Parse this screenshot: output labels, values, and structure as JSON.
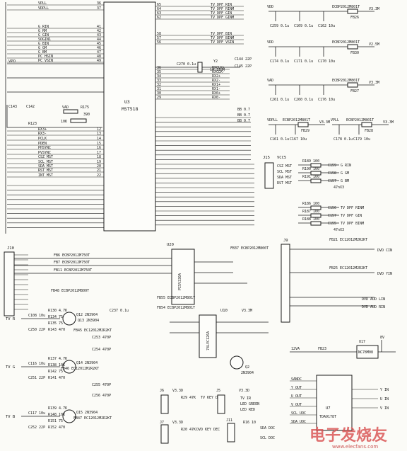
{
  "u3": {
    "ref": "U3",
    "part": "MST518",
    "left_pins": [
      {
        "n": "36",
        "sig": "VPLL"
      },
      {
        "n": "37",
        "sig": "VDPLL"
      },
      {
        "n": "41",
        "sig": "G RIN"
      },
      {
        "n": "42",
        "sig": "G RM"
      },
      {
        "n": "43",
        "sig": "G GIN"
      },
      {
        "n": "44",
        "sig": "SOGIN1"
      },
      {
        "n": "45",
        "sig": "G BIN"
      },
      {
        "n": "46",
        "sig": "G GM"
      },
      {
        "n": "47",
        "sig": "G BM"
      },
      {
        "n": "48",
        "sig": "PC HSIN"
      },
      {
        "n": "49",
        "sig": "PC VSIN"
      },
      {
        "n": "12",
        "sig": "RX3+"
      },
      {
        "n": "13",
        "sig": "RX3-"
      },
      {
        "n": "14",
        "sig": "PCLK"
      },
      {
        "n": "15",
        "sig": "PDEN"
      },
      {
        "n": "16",
        "sig": "PHSYNC"
      },
      {
        "n": "17",
        "sig": "PVSYNC"
      },
      {
        "n": "18",
        "sig": "CSZ MST"
      },
      {
        "n": "19",
        "sig": "SCL MST"
      },
      {
        "n": "20",
        "sig": "SDA MST"
      },
      {
        "n": "21",
        "sig": "RST MST"
      },
      {
        "n": "22",
        "sig": "INT MST"
      }
    ],
    "right_pins": [
      {
        "n": "65",
        "sig": "TV DPF RIN"
      },
      {
        "n": "64",
        "sig": "TV DPF RINM"
      },
      {
        "n": "63",
        "sig": "TV DPF GIN"
      },
      {
        "n": "62",
        "sig": "TV DPF GINM"
      },
      {
        "n": "58",
        "sig": "TV DPF BIN"
      },
      {
        "n": "57",
        "sig": "TV DPF BINM"
      },
      {
        "n": "56",
        "sig": "TV DPF VSIN"
      },
      {
        "n": "36",
        "sig": "RXCLK+"
      },
      {
        "n": "35",
        "sig": "RXCLK-"
      },
      {
        "n": "34",
        "sig": "RX2+"
      },
      {
        "n": "33",
        "sig": "RX2-"
      },
      {
        "n": "32",
        "sig": "RX1+"
      },
      {
        "n": "31",
        "sig": "RX1-"
      },
      {
        "n": "30",
        "sig": "RX0+"
      },
      {
        "n": "29",
        "sig": "RX0-"
      }
    ],
    "bb": [
      "BB 0.7",
      "BB 0.7",
      "BB 0.7"
    ]
  },
  "xtal": {
    "ref": "Y2",
    "freq": "14.318M",
    "caps": [
      "C144 22P",
      "C145 22P"
    ],
    "c_in": "C270 0.1u"
  },
  "supplies": [
    {
      "net": "V3.3M",
      "ferrite": "ECBP2012M801T",
      "fb": "FB26",
      "caps": [
        "C259 0.1u",
        "C169 0.1u",
        "C162 10u"
      ],
      "out": "VDD"
    },
    {
      "net": "V2.5M",
      "ferrite": "ECBP2012M801T",
      "fb": "FB30",
      "caps": [
        "C174 0.1u",
        "C171 0.1u",
        "C170 10u"
      ],
      "out": "VDD"
    },
    {
      "net": "V3.3M",
      "ferrite": "ECBP2012M801T",
      "fb": "FB27",
      "caps": [
        "C261 0.1u",
        "C260 0.1u",
        "C176 10u"
      ],
      "out": "VAD"
    },
    {
      "net": "V3.3M",
      "ferrite": "ECBP2012M801T",
      "fb": "FB29",
      "caps": [
        "C161 0.1u",
        "C167 10u"
      ],
      "out": "VDPLL"
    },
    {
      "net": "V3.3M",
      "ferrite": "ECBP2012M801T",
      "fb": "FB28",
      "caps": [
        "C178 0.1u",
        "C179 10u"
      ],
      "out": "VPLL"
    }
  ],
  "j15": {
    "ref": "J15",
    "vcc": "VCC5",
    "pins": [
      "CSZ MST",
      "SCL MST",
      "SDA MST",
      "RST MST"
    ]
  },
  "rgb_in": {
    "resistors": [
      "R189 100",
      "R190 100",
      "R191 100"
    ],
    "caps": [
      "C159",
      "C158",
      "C157"
    ],
    "nets": [
      "G RIN",
      "G GM",
      "G BM"
    ],
    "note": "47nX3"
  },
  "rgb_tv": {
    "resistors": [
      "R186 100",
      "R187 100",
      "R188 100"
    ],
    "caps": [
      "C156",
      "C157",
      "C155"
    ],
    "nets": [
      "TV DPF RINM",
      "TV DPF GIN",
      "TV DPF BINM"
    ],
    "note": "47nX3"
  },
  "u20": {
    "ref": "U20",
    "part": "PI5V330A"
  },
  "u10": {
    "ref": "U10",
    "part": "74LVC126A",
    "vcc": "V3.3M"
  },
  "j10": {
    "ref": "J10"
  },
  "j9": {
    "ref": "J9"
  },
  "ferrites": [
    "FB6 ECBP2012M750T",
    "FB7 ECBP2012M750T",
    "FB11 ECBP2012M750T",
    "FB37 ECBP2012M800T",
    "FB55 ECBP2012M801T",
    "FB54 ECBP2012M801T",
    "FB21 EC12012M2R2KT",
    "FB25 EC12012M2R2KT",
    "FB23",
    "FB45 EC12012M2R2KT",
    "FB46 EC12012M2R2KT",
    "FB47 EC12012M2R2KT",
    "FB48 ECBP2012M800T"
  ],
  "tv_inputs": [
    {
      "label": "TV R",
      "transistors": [
        "Q12 2N3904",
        "Q13 2N3904"
      ],
      "caps": [
        "C250 22P",
        "C108 10u"
      ],
      "res": [
        "R130 4.7K",
        "R134 75",
        "R135 75",
        "R143 470"
      ]
    },
    {
      "label": "TV G",
      "transistors": [
        "Q14 2N3904"
      ],
      "caps": [
        "C251 22P",
        "C116 10u"
      ],
      "res": [
        "R137 4.7K",
        "R138 10K",
        "R142 75",
        "R141 470"
      ]
    },
    {
      "label": "TV B",
      "transistors": [
        "Q15 2N3904"
      ],
      "caps": [
        "C252 22P",
        "C117 10u"
      ],
      "res": [
        "R139 4.7K",
        "R148 10K",
        "R151 75",
        "R152 470"
      ]
    }
  ],
  "middle_caps": [
    "C237 0.1u",
    "C253 470P",
    "C254 470P",
    "C255 470P",
    "C256 470P"
  ],
  "right_block": {
    "dvd": [
      "DVD CIN",
      "DVD YIN",
      "DVD AUD LIN",
      "DVD AUD RIN"
    ],
    "j6": {
      "ref": "J6",
      "vcc": "V3.3D",
      "r": "R29 47K",
      "net": "TV KEY DEC"
    },
    "j5": {
      "ref": "J5",
      "vcc": "V3.3D",
      "nets": [
        "TV IR",
        "LED GREEN",
        "LED RED"
      ]
    },
    "j7": {
      "ref": "J7",
      "vcc": "V3.3D",
      "r": "R20 47K",
      "net": "DVD KEY DEC"
    },
    "j11": {
      "ref": "J11",
      "r": "R16 10",
      "nets": [
        "SDA DOC",
        "SCL DOC"
      ]
    },
    "u7": {
      "ref": "U7",
      "part": "TDA9178T",
      "pins": [
        "SANDC",
        "Y OUT",
        "U OUT",
        "V OUT",
        "SCL UOC",
        "SDA UOC"
      ],
      "right": [
        "Y IN",
        "U IN",
        "V IN"
      ]
    },
    "u17": {
      "ref": "U17",
      "part": "NC78M08"
    },
    "vin": "12VA",
    "vout": "8V"
  },
  "watermark": {
    "text": "电子发烧友",
    "url": "www.elecfans.com"
  }
}
